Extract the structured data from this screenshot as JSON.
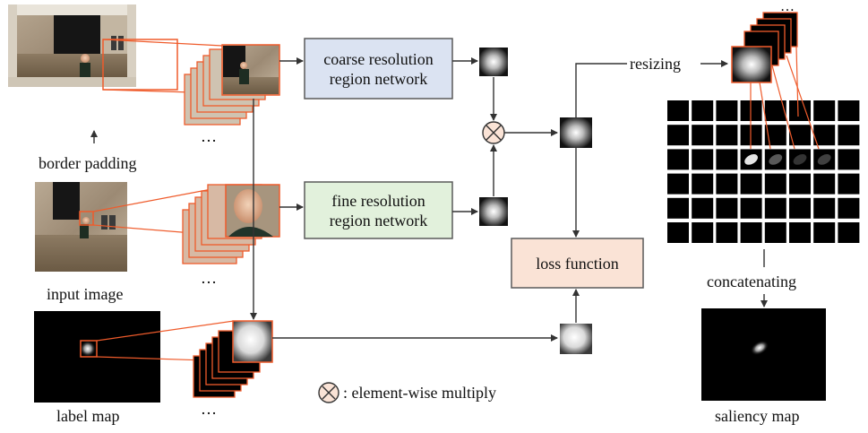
{
  "labels": {
    "border_padding": "border padding",
    "input_image": "input image",
    "label_map": "label map",
    "resizing": "resizing",
    "concatenating": "concatenating",
    "saliency_map": "saliency map",
    "legend_text": ": element-wise multiply",
    "ellipsis": "…"
  },
  "boxes": {
    "coarse": {
      "line1": "coarse resolution",
      "line2": "region network"
    },
    "fine": {
      "line1": "fine resolution",
      "line2": "region network"
    },
    "loss": {
      "text": "loss function"
    }
  },
  "colors": {
    "coarse_fill": "#dbe3f2",
    "fine_fill": "#e2f1dc",
    "loss_fill": "#fae3d6",
    "crop_orange": "#ef5b2b",
    "arrow": "#333333"
  },
  "grid": {
    "rows": 6,
    "cols": 8
  }
}
